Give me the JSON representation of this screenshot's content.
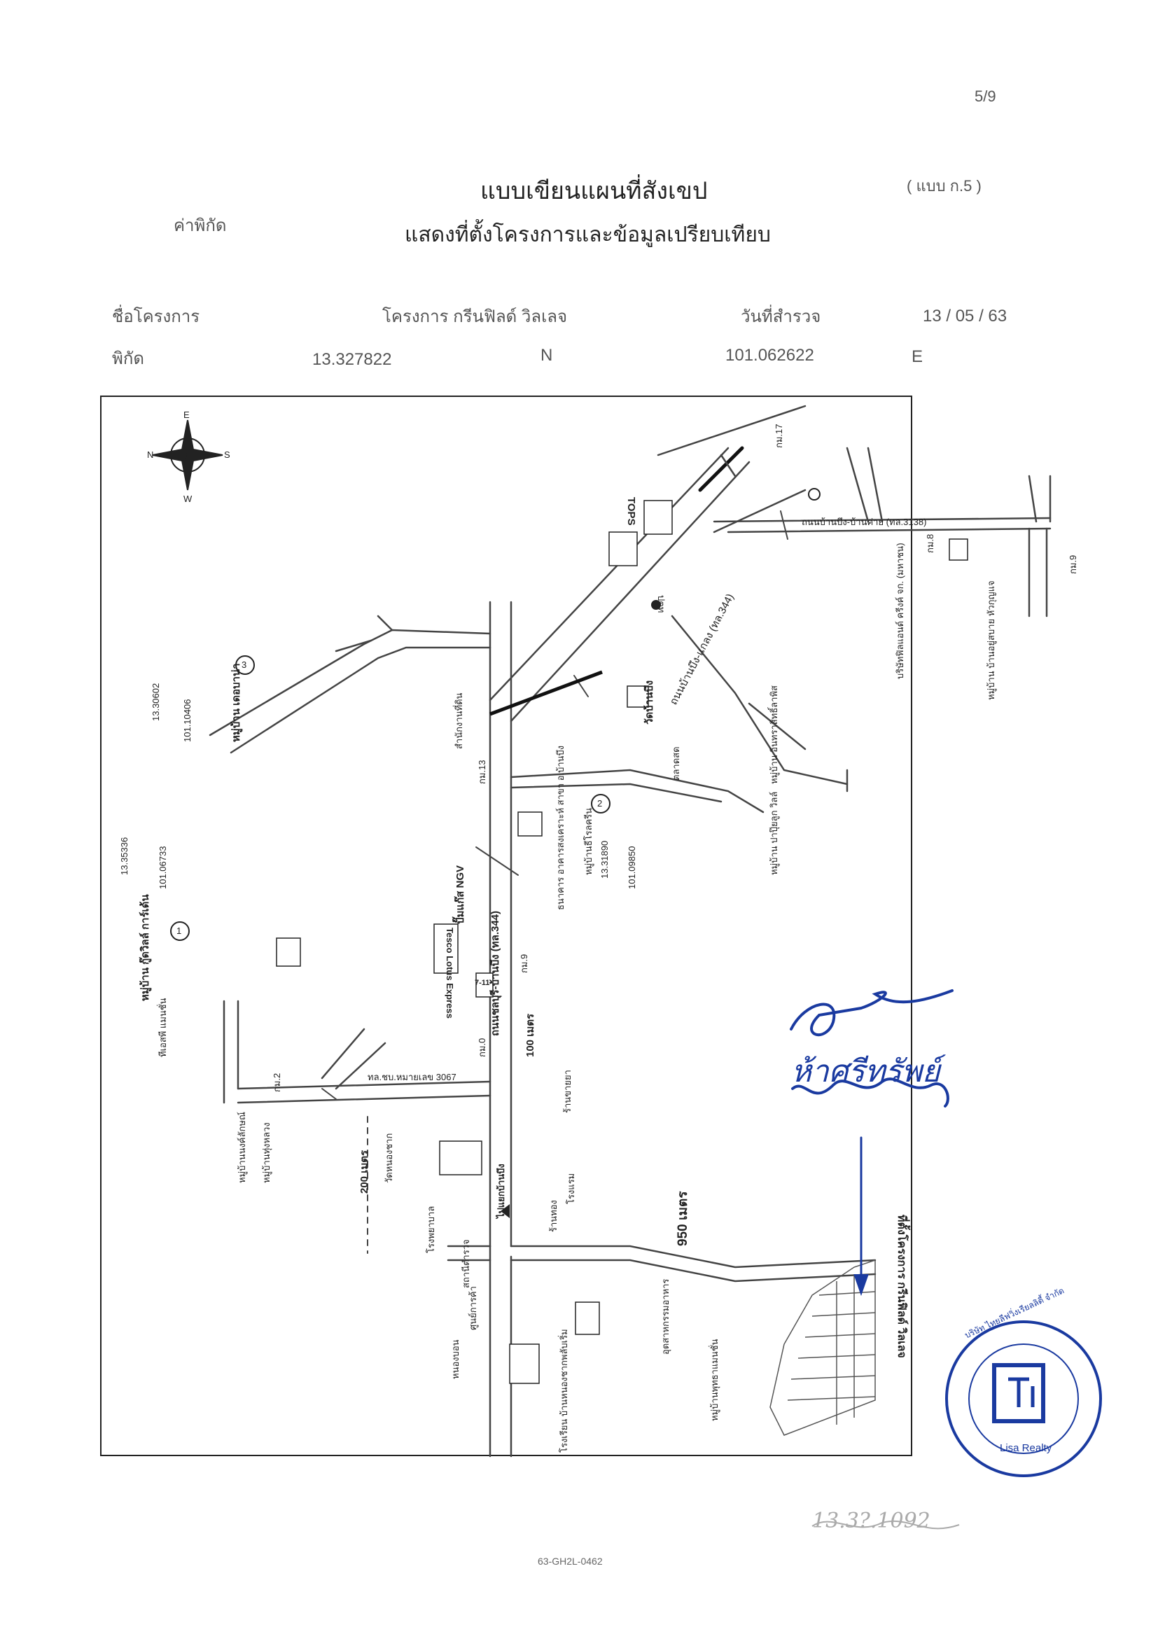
{
  "page_number": "5/9",
  "form_code": "( แบบ ก.5 )",
  "title": "แบบเขียนแผนที่สังเขป",
  "subtitle": "แสดงที่ตั้งโครงการและข้อมูลเปรียบเทียบ",
  "coord_label": "ค่าพิกัด",
  "project_label": "ชื่อโครงการ",
  "project_name": "โครงการ กรีนฟิลด์ วิลเลจ",
  "survey_date_label": "วันที่สำรวจ",
  "survey_date": "13 / 05 / 63",
  "coords_label": "พิกัด",
  "lat": "13.327822",
  "lat_dir": "N",
  "lon": "101.062622",
  "lon_dir": "E",
  "footer_code": "63-GH2L-0462",
  "compass": {
    "n": "N",
    "e": "E",
    "s": "S",
    "w": "W"
  },
  "map": {
    "road_344": "ถนนชลบุรี-บ้านบึง (ทล.344)",
    "road_344_top": "ถนนบ้านบึง-แกลง (ทล.344)",
    "road_3138": "ถนนบ้านบึง-บ้านค่าย (ทล.3138)",
    "road_3067": "ทล.ชบ.หมายเลข 3067",
    "km13": "กม.13",
    "km9": "กม.9",
    "km0": "กม.0",
    "km2": "กม.2",
    "km17": "กม.17",
    "km8": "กม.8",
    "km9b": "กม.9",
    "dist_100": "100 เมตร",
    "dist_200": "200 เมตร",
    "dist_950": "950 เมตร",
    "comp1_title": "หมู่บ้าน กู๊ดวิลล์ การ์เด้น",
    "comp1_lat": "13.35336",
    "comp1_lon": "101.06733",
    "comp1_no": "1",
    "comp2_title": "หมู่บ้านธีโรลครีน",
    "comp2_lat": "13.31890",
    "comp2_lon": "101.09850",
    "comp2_no": "2",
    "comp3_title": "หมู่บ้าน เดอบาน่า",
    "comp3_lat": "13.30602",
    "comp3_lon": "101.10406",
    "comp3_no": "3",
    "ngv": "ปั๊มแก๊ส NGV",
    "tesco": "Tesco Lotus Express",
    "bank": "ธนาคาร อาคารสงเคราะห์ สาขา อ.บ้านบึง",
    "school": "โรงเรียน บ้านหนองชากพลับเริ่ม",
    "hospital": "โรงพยาบาล",
    "wat": "วัดบ้านบึง",
    "tops": "TOPS",
    "village_land": "หมู่บ้านพุทธาแมนชั่น",
    "sales": "อุตสาหกรรมอาหาร",
    "project_site": "ที่ตั้งโครงการ กรีนฟิลด์ วิลเลจ",
    "ptt": "ปตท",
    "company": "บริษัทฟิลแอนด์ ครีงค์ จก. (มหาชน)",
    "village_huai": "หมู่บ้าน บ้านอยู่สบาย หัวกุญแจ",
    "village_sak": "หมู่บ้าน ปาปุ๊ยลูก วิลล์",
    "village_lap": "หมู่บ้าน อินทราสิทธิ์ลาพิส",
    "market": "ตลาดสด",
    "temple_nk": "วัดหนองชาก",
    "office": "สำนักงานที่ดิน",
    "gold": "ร้านทอง",
    "shop7": "7-11",
    "mall": "ศูนย์การค้า",
    "police": "สถานีตำรวจ",
    "pharmacy": "ร้านขายยา",
    "hotel": "โรงแรม",
    "village_nong": "หมู่บ้านนงค์ลักษณ์",
    "village_tung": "หมู่บ้านทุ่งหลวง",
    "tiefs": "ทีเอสพี แมนชั่น",
    "ban_bueng": "ไปแยกบ้านบึง",
    "nongbon": "หนองบอน"
  },
  "signature_text": "ห้าศรีทรัพย์",
  "stamp_text": "บริษัท ไทยลีฟวิ่งเรียลลิตี้ จำกัด",
  "stamp_sub": "Lisa Realty",
  "handwritten_note": "13.3?.1092"
}
